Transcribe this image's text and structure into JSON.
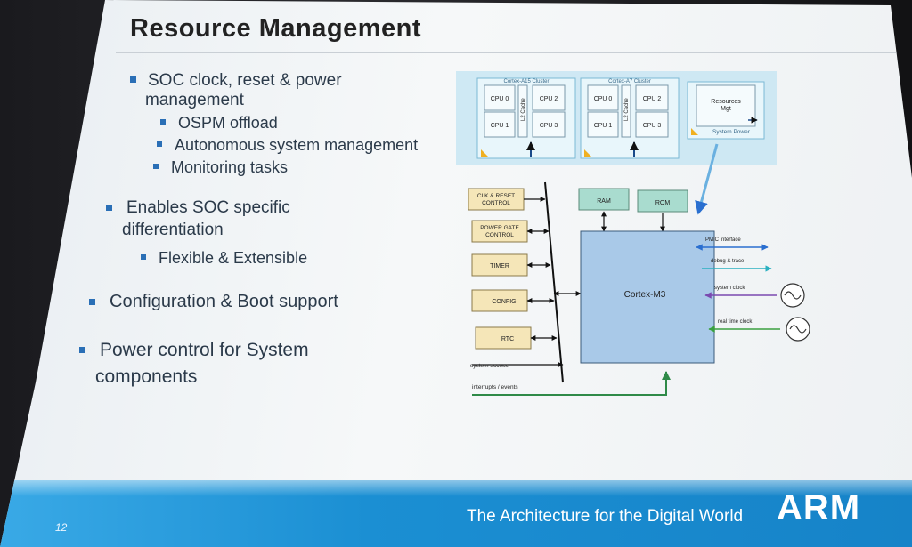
{
  "slide": {
    "title": "Resource Management",
    "page_number": "12",
    "footer_tagline": "The Architecture for the Digital World",
    "footer_logo": "ARM"
  },
  "bullets": {
    "soc_line1": "SOC clock, reset  & power",
    "soc_line2": "management",
    "ospm": "OSPM offload",
    "autonomous": "Autonomous system management",
    "monitoring": "Monitoring tasks",
    "enables_line1": "Enables SOC specific",
    "enables_line2": "differentiation",
    "flexible": "Flexible & Extensible",
    "config_boot": "Configuration & Boot support",
    "power_line1": "Power control for  System",
    "power_line2": "components"
  },
  "diagram": {
    "a15_cluster": "Cortex-A15 Cluster",
    "a7_cluster": "Cortex-A7 Cluster",
    "cpu0": "CPU 0",
    "cpu1": "CPU 1",
    "cpu2": "CPU 2",
    "cpu3": "CPU 3",
    "l2cache": "L2 Cache",
    "resources_line1": "Resources",
    "resources_line2": "Mgt",
    "system_power": "System Power",
    "clk_reset_line1": "CLK & RESET",
    "clk_reset_line2": "CONTROL",
    "power_gate_line1": "POWER GATE",
    "power_gate_line2": "CONTROL",
    "timer": "TIMER",
    "config": "CONFIG",
    "rtc": "RTC",
    "ram": "RAM",
    "rom": "ROM",
    "cortex_m3": "Cortex-M3",
    "pmic_interface": "PMIC interface",
    "debug_trace": "debug & trace",
    "system_clock": "system clock",
    "real_time_clock": "real time clock",
    "system_access": "system access",
    "interrupts_events": "interrupts / events",
    "colors": {
      "periph_fill": "#f5e6b8",
      "periph_stroke": "#8a7a4a",
      "mem_fill": "#a9dccf",
      "m3_fill": "#a9c9e8",
      "pmic": "#2a6fd0",
      "debug": "#2ab0c0",
      "sysclk": "#7a4ab0",
      "rtclk": "#3aa040",
      "interrupt": "#2f8a48"
    }
  }
}
